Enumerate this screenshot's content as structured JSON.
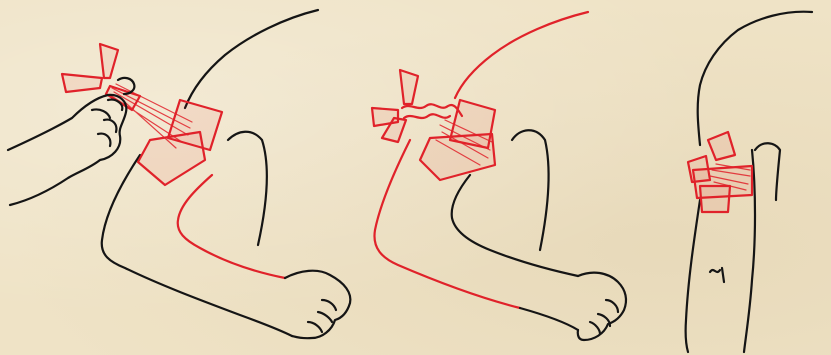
{
  "illustration": {
    "panels": [
      {
        "step": "tying-tourniquet",
        "band_color": "#e0222a",
        "line_color": "#151515"
      },
      {
        "step": "twisting-knot",
        "band_color": "#e0222a",
        "line_color": "#151515"
      },
      {
        "step": "secured-band",
        "band_color": "#e0222a",
        "line_color": "#151515"
      }
    ],
    "background_color": "#efe3c6"
  }
}
